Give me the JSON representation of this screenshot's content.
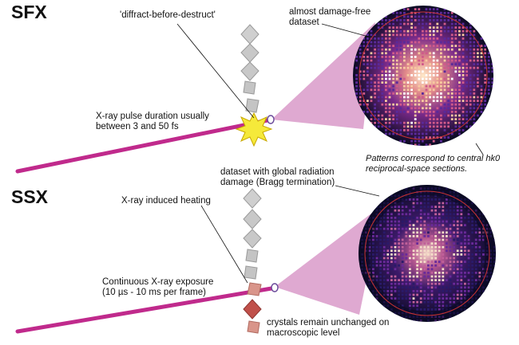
{
  "sections": {
    "sfx": "SFX",
    "ssx": "SSX"
  },
  "sfx_labels": {
    "top_left": "'diffract-before-destruct'",
    "top_right": "almost damage-free\ndataset",
    "pulse": "X-ray pulse duration usually\nbetween 3 and 50 fs",
    "patterns_note": "Patterns correspond to central hk0\nreciprocal-space sections."
  },
  "ssx_labels": {
    "dataset": "dataset with global radiation\ndamage (Bragg termination)",
    "heating": "X-ray induced heating",
    "exposure": "Continuous X-ray exposure\n(10 µs - 10 ms per frame)",
    "crystals": "crystals remain unchanged on\nmacroscopic level"
  },
  "colors": {
    "beam": "#c02a8c",
    "cone": "#dca0cc",
    "detector": "#0a0a22",
    "ring": "#c83232",
    "crystal_grey": "#bdbdbd",
    "crystal_red": "#c0504a",
    "crystal_salmon": "#d9958a",
    "explosion": "#f5e93a"
  }
}
